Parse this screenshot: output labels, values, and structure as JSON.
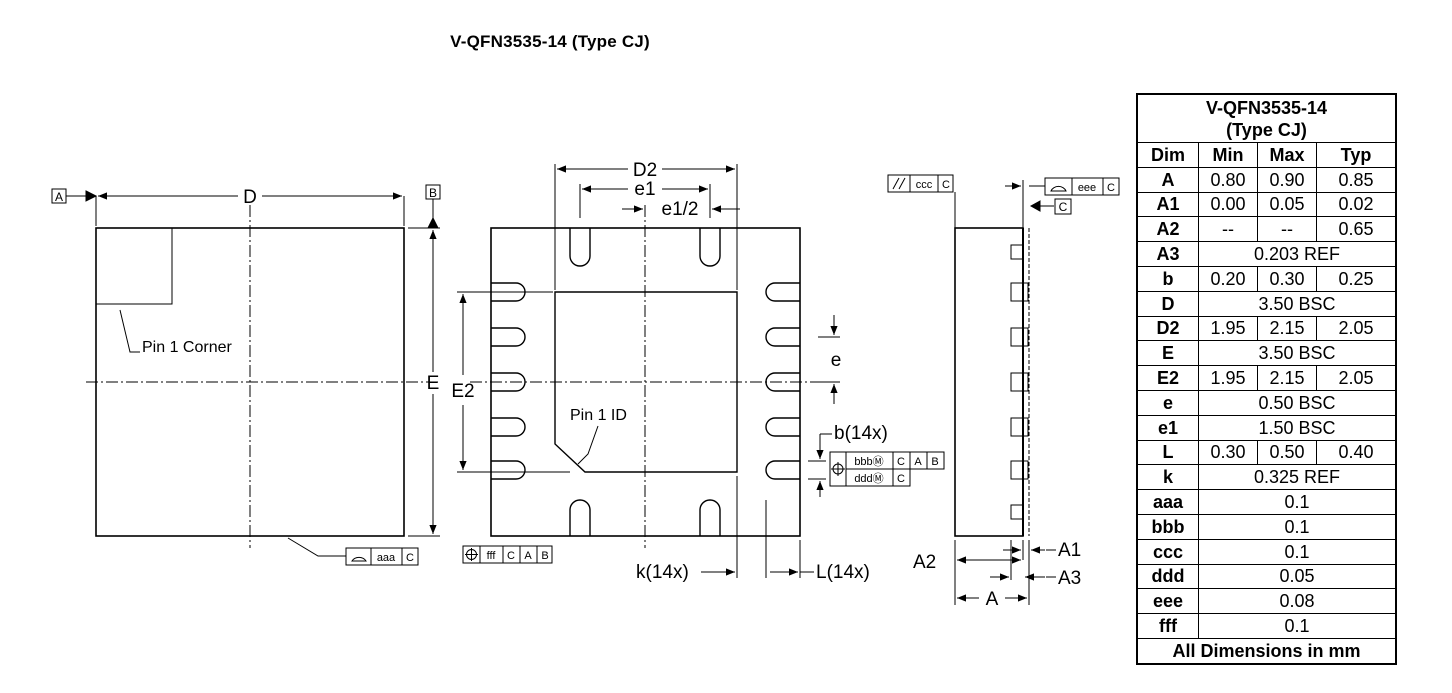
{
  "title": "V-QFN3535-14 (Type CJ)",
  "labels": {
    "datum_a": "A",
    "datum_b": "B",
    "datum_c": "C",
    "dim_d": "D",
    "dim_e": "E",
    "dim_d2": "D2",
    "dim_e2": "E2",
    "dim_e1": "e1",
    "dim_e1_half": "e1/2",
    "dim_pitch": "e",
    "dim_b": "b(14x)",
    "dim_k": "k(14x)",
    "dim_l": "L(14x)",
    "dim_a": "A",
    "dim_a1": "A1",
    "dim_a2": "A2",
    "dim_a3": "A3",
    "pin1_corner": "Pin 1 Corner",
    "pin1_id": "Pin 1 ID"
  },
  "tolerance_frames": {
    "aaa": [
      "aaa",
      "C"
    ],
    "fff": [
      "fff",
      "C",
      "A",
      "B"
    ],
    "bbb": [
      "bbbⓂ",
      "C",
      "A",
      "B"
    ],
    "ddd": [
      "dddⓂ",
      "C"
    ],
    "ccc": [
      "ccc",
      "C"
    ],
    "eee": [
      "eee",
      "C"
    ]
  },
  "table": {
    "title_line1": "V-QFN3535-14",
    "title_line2": "(Type CJ)",
    "columns": [
      "Dim",
      "Min",
      "Max",
      "Typ"
    ],
    "rows": [
      {
        "dim": "A",
        "min": "0.80",
        "max": "0.90",
        "typ": "0.85"
      },
      {
        "dim": "A1",
        "min": "0.00",
        "max": "0.05",
        "typ": "0.02"
      },
      {
        "dim": "A2",
        "min": "--",
        "max": "--",
        "typ": "0.65"
      },
      {
        "dim": "A3",
        "span": "0.203 REF"
      },
      {
        "dim": "b",
        "min": "0.20",
        "max": "0.30",
        "typ": "0.25"
      },
      {
        "dim": "D",
        "span": "3.50 BSC"
      },
      {
        "dim": "D2",
        "min": "1.95",
        "max": "2.15",
        "typ": "2.05"
      },
      {
        "dim": "E",
        "span": "3.50 BSC"
      },
      {
        "dim": "E2",
        "min": "1.95",
        "max": "2.15",
        "typ": "2.05"
      },
      {
        "dim": "e",
        "span": "0.50 BSC"
      },
      {
        "dim": "e1",
        "span": "1.50 BSC"
      },
      {
        "dim": "L",
        "min": "0.30",
        "max": "0.50",
        "typ": "0.40"
      },
      {
        "dim": "k",
        "span": "0.325 REF"
      },
      {
        "dim": "aaa",
        "span": "0.1"
      },
      {
        "dim": "bbb",
        "span": "0.1"
      },
      {
        "dim": "ccc",
        "span": "0.1"
      },
      {
        "dim": "ddd",
        "span": "0.05"
      },
      {
        "dim": "eee",
        "span": "0.08"
      },
      {
        "dim": "fff",
        "span": "0.1"
      }
    ],
    "footer": "All Dimensions in mm"
  }
}
